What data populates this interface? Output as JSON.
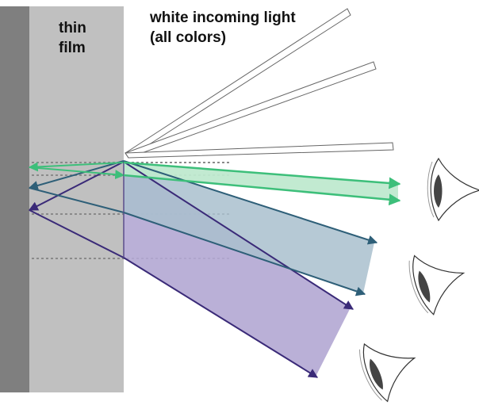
{
  "labels": {
    "film_line1": "thin",
    "film_line2": "film",
    "light_line1": "white incoming light",
    "light_line2": "(all colors)"
  },
  "colors": {
    "substrate": "#7f7f7f",
    "film": "#c0c0c0",
    "green_ray": "#3dbf7a",
    "green_fill": "#bfe9cf",
    "teal_ray": "#2e5f78",
    "teal_fill": "#a9c0ce",
    "purple_ray": "#3a2a78",
    "purple_fill": "#b3a7d3",
    "incoming_outline": "#666666",
    "normal_line": "#8a8a8a"
  },
  "icons": [
    "eye-icon-green",
    "eye-icon-teal",
    "eye-icon-purple"
  ]
}
